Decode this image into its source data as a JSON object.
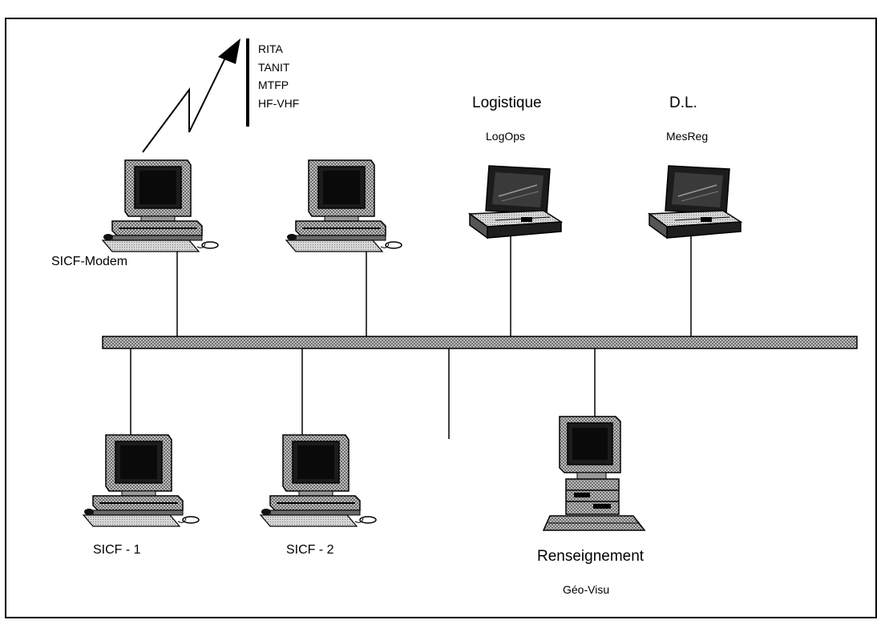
{
  "radio_networks": [
    "RITA",
    "TANIT",
    "MTFP",
    "HF-VHF"
  ],
  "stations": {
    "modem": "SICF-Modem",
    "sicf1": "SICF - 1",
    "sicf2": "SICF - 2",
    "logistique": {
      "title": "Logistique",
      "app": "LogOps"
    },
    "dl": {
      "title": "D.L.",
      "app": "MesReg"
    },
    "renseignement": {
      "title": "Renseignement",
      "app": "Géo-Visu"
    }
  },
  "colors": {
    "line": "#000000",
    "screen": "#1a1a1a",
    "body": "#9a9a9a",
    "bus": "#a8a8a8"
  }
}
